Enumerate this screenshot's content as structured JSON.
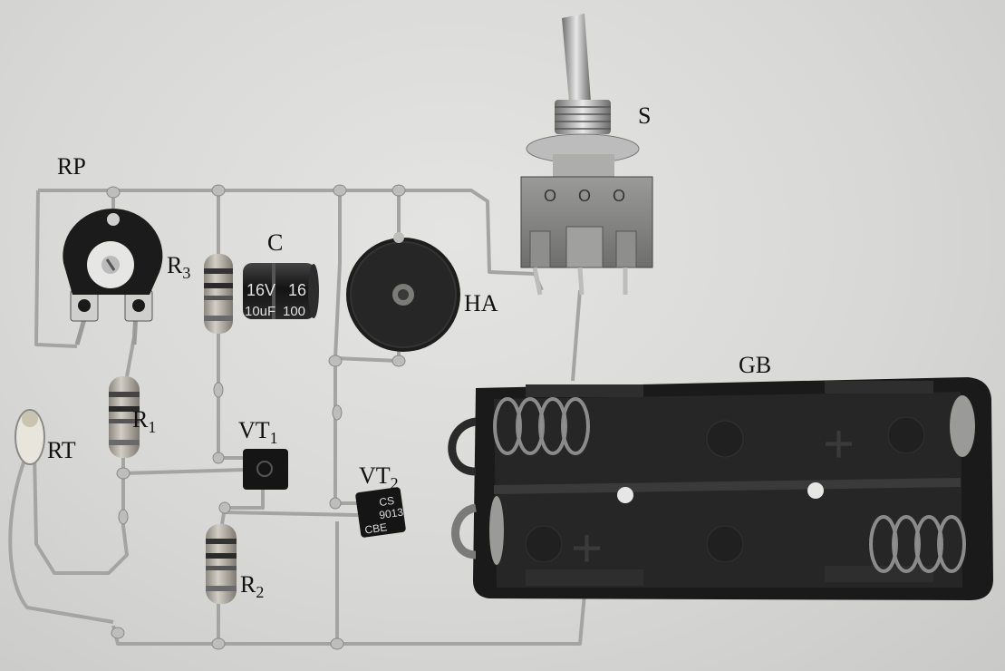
{
  "labels": {
    "RP": "RP",
    "S": "S",
    "C": "C",
    "HA": "HA",
    "GB": "GB",
    "RT": "RT",
    "R3": {
      "main": "R",
      "sub": "3"
    },
    "R1": {
      "main": "R",
      "sub": "1"
    },
    "R2": {
      "main": "R",
      "sub": "2"
    },
    "VT1": {
      "main": "VT",
      "sub": "1"
    },
    "VT2": {
      "main": "VT",
      "sub": "2"
    }
  },
  "markings": {
    "capacitor": [
      "16V",
      "16",
      "10uF",
      "100"
    ],
    "transistor_vt2": [
      "CS",
      "9013",
      "CBE"
    ],
    "battery_plus": "+",
    "switch_marks": [
      "O",
      "O",
      "O"
    ]
  },
  "colors": {
    "background": "#d6d6d4",
    "wire": "#a8a8a6",
    "component_dark": "#1c1c1c",
    "resistor_body": "#b0aca4",
    "battery_holder": "#1a1a1a"
  }
}
